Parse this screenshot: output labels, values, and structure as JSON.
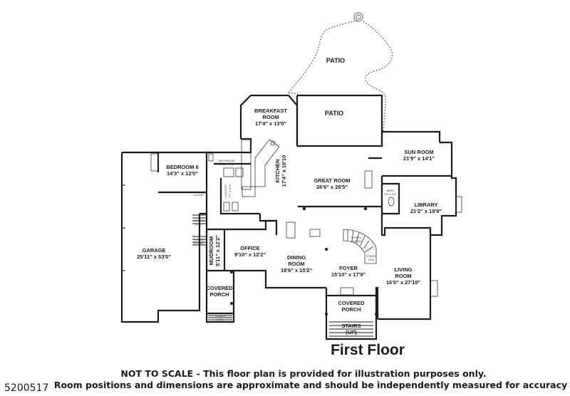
{
  "floor_title": "First Floor",
  "disclaimer": {
    "line1": "NOT TO SCALE - This floor plan is provided for illustration purposes only.",
    "line2": "Room positions and dimensions are approximate and should be independently measured for accuracy"
  },
  "listing_id": "5200517",
  "rooms": {
    "patio_upper": {
      "name": "PATIO"
    },
    "patio_lower": {
      "name": "PATIO"
    },
    "breakfast": {
      "name_line1": "BREAKFAST",
      "name_line2": "ROOM",
      "dims": "17'4\" x 13'0\""
    },
    "kitchen": {
      "name": "KITCHEN",
      "dims": "17'4\" x 19'10"
    },
    "bedroom6": {
      "name": "BEDROOM 6",
      "dims": "14'3\" x 12'0\""
    },
    "bathroom": {
      "name": "BATHROOM",
      "dims": "10'11\" x 7'6\""
    },
    "laundry": {
      "name": "LAUNDRY",
      "dims": "7'7\" x 10'0\""
    },
    "great_room": {
      "name": "GREAT ROOM",
      "dims": "26'6\" x 26'5\""
    },
    "sun_room": {
      "name": "SUN ROOM",
      "dims": "21'9\" x 14'1\""
    },
    "library": {
      "name": "LIBRARY",
      "dims": "21'2\" x 18'9\""
    },
    "bath_small": {
      "name": "BATH",
      "dims": "5'0\" x 5'3\""
    },
    "garage": {
      "name": "GARAGE",
      "dims": "25'11\" x 53'0\""
    },
    "mudroom": {
      "name": "MUDROOM",
      "dims": "5'11\" x 12'2\""
    },
    "office": {
      "name": "OFFICE",
      "dims": "9'10\" x 12'2\""
    },
    "dining": {
      "name_line1": "DINING",
      "name_line2": "ROOM",
      "dims": "18'6\" x 15'2\""
    },
    "foyer": {
      "name": "FOYER",
      "dims": "15'10\" x 17'9\""
    },
    "living": {
      "name_line1": "LIVING",
      "name_line2": "ROOM",
      "dims": "16'0\" x 27'10\""
    },
    "covered_porch_left": {
      "name_line1": "COVERED",
      "name_line2": "PORCH"
    },
    "covered_porch_front": {
      "name_line1": "COVERED",
      "name_line2": "PORCH"
    },
    "stairs_front": {
      "line1": "STAIRS",
      "line2": "(UP)"
    },
    "stairs_left": {
      "line1": "STAIRS",
      "line2": "(UP)"
    },
    "stairs_garage_up": {
      "line1": "STAIRS",
      "line2": "(UP)"
    },
    "stairs_garage_down": {
      "line1": "STAIRS",
      "line2": "(DOWN)"
    },
    "stairs_foyer_down": {
      "line1": "STAIRS",
      "line2": "(DOWN)"
    },
    "stairs_foyer_up": {
      "line1": "STAIRS",
      "line2": "(UP)"
    },
    "closet": {
      "name": "CLOSET"
    }
  }
}
